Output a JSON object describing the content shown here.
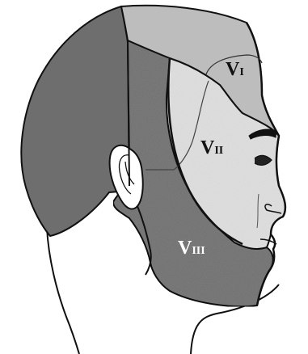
{
  "regions": [
    {
      "id": "v1",
      "main": "V",
      "sub": "I",
      "label_color": "#111111",
      "fill": "#bdbdbd"
    },
    {
      "id": "v2",
      "main": "V",
      "sub": "II",
      "label_color": "#111111",
      "fill": "#e2e2e2"
    },
    {
      "id": "v3",
      "main": "V",
      "sub": "III",
      "label_color": "#ffffff",
      "fill": "#7f7f7f"
    }
  ],
  "colors": {
    "occipital": "#6e6e6e",
    "skin": "#ffffff",
    "outline": "#111111"
  }
}
